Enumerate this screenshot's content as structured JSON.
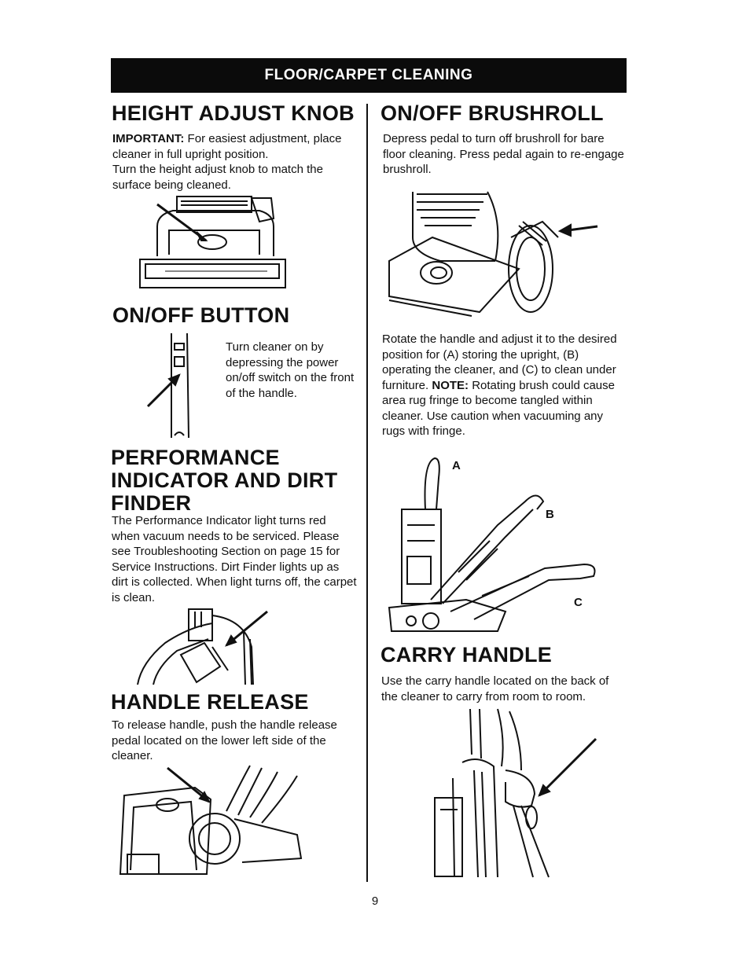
{
  "banner": "FLOOR/CARPET CLEANING",
  "left": {
    "height_adjust": {
      "heading": "HEIGHT ADJUST KNOB",
      "important_label": "IMPORTANT:",
      "important_text": " For easiest adjustment, place cleaner in full upright position.",
      "text": "Turn the height adjust knob to match the surface being cleaned."
    },
    "onoff_button": {
      "heading": "ON/OFF BUTTON",
      "text": "Turn cleaner on by depressing the power on/off switch on the front of the handle."
    },
    "performance": {
      "heading_line1": "PERFORMANCE",
      "heading_line2": "INDICATOR AND DIRT",
      "heading_line3": "FINDER",
      "text": "The Performance Indicator light turns red when vacuum needs to be serviced. Please see Troubleshooting Section on page 15 for Service Instructions. Dirt Finder lights up as dirt is collected. When light turns off, the carpet is clean."
    },
    "handle_release": {
      "heading": "HANDLE RELEASE",
      "text": "To release handle, push the handle release pedal located on the lower left side of the cleaner."
    }
  },
  "right": {
    "brushroll": {
      "heading": "ON/OFF BRUSHROLL",
      "text": "Depress pedal to turn off brushroll for bare floor cleaning. Press pedal again to re-engage brushroll."
    },
    "rotate": {
      "text_1": "Rotate the handle and adjust it to the desired position for (A) storing the upright, (B) operating the cleaner, and (C) to clean under furniture. ",
      "note_label": "NOTE:",
      "text_2": " Rotating brush could cause area rug fringe to become tangled within cleaner. Use caution when vacuuming any rugs with fringe.",
      "label_a": "A",
      "label_b": "B",
      "label_c": "C"
    },
    "carry_handle": {
      "heading": "CARRY HANDLE",
      "text": "Use the carry handle located on the back of the cleaner to carry from room to room."
    }
  },
  "page_number": "9"
}
